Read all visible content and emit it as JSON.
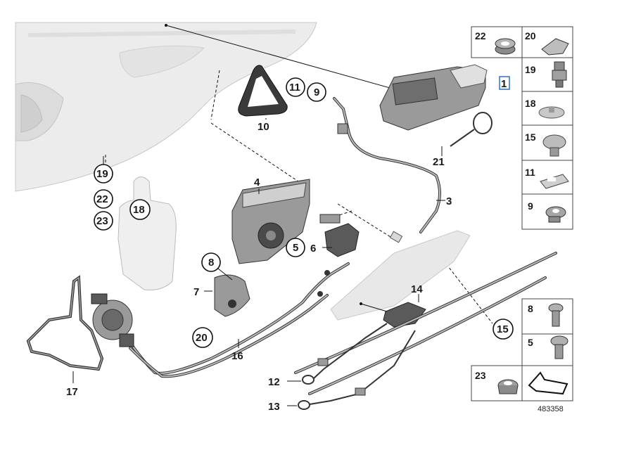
{
  "diagram": {
    "labels": {
      "p1": "1",
      "p3": "3",
      "p4": "4",
      "p5": "5",
      "p6": "6",
      "p7": "7",
      "p8": "8",
      "p9": "9",
      "p10": "10",
      "p11": "11",
      "p12": "12",
      "p13": "13",
      "p14": "14",
      "p15": "15",
      "p16": "16",
      "p17": "17",
      "p18": "18",
      "p19": "19",
      "p20": "20",
      "p21": "21",
      "p22": "22",
      "p23": "23"
    },
    "side_panel": [
      "22",
      "20",
      "19",
      "18",
      "15",
      "11",
      "9"
    ],
    "lower_panel": [
      "8",
      "5",
      "23"
    ],
    "reference_number": "483358"
  }
}
